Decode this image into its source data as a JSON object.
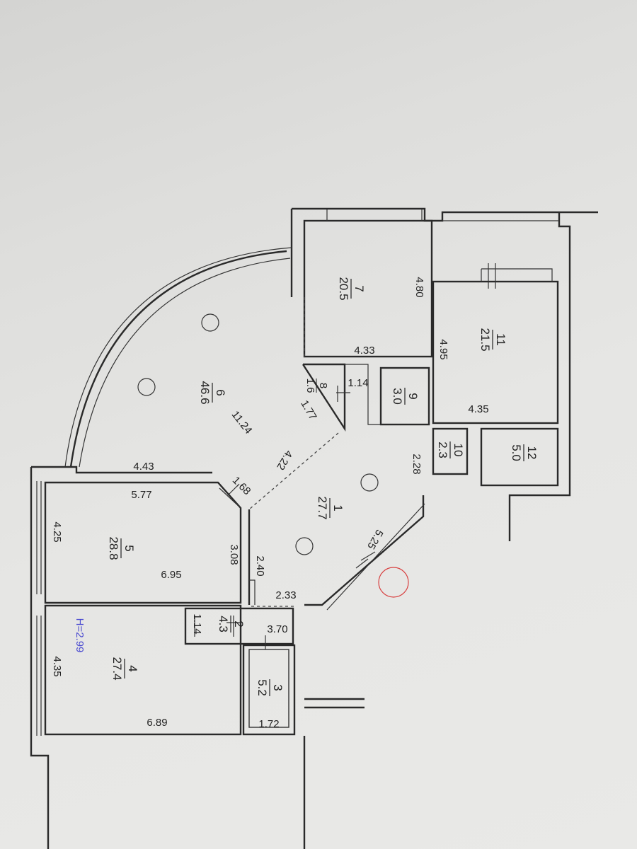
{
  "plan": {
    "ceiling_height": "H=2.99",
    "rooms": [
      {
        "id": "7",
        "number": "7",
        "area": "20.5"
      },
      {
        "id": "11",
        "number": "11",
        "area": "21.5"
      },
      {
        "id": "6",
        "number": "6",
        "area": "46.6"
      },
      {
        "id": "8",
        "number": "8",
        "area": "1.6"
      },
      {
        "id": "9",
        "number": "9",
        "area": "3.0"
      },
      {
        "id": "10",
        "number": "10",
        "area": "2.3"
      },
      {
        "id": "12",
        "number": "12",
        "area": "5.0"
      },
      {
        "id": "1",
        "number": "1",
        "area": "27.7"
      },
      {
        "id": "5",
        "number": "5",
        "area": "28.8"
      },
      {
        "id": "2",
        "number": "2",
        "area": "4.3"
      },
      {
        "id": "3",
        "number": "3",
        "area": "5.2"
      },
      {
        "id": "4",
        "number": "4",
        "area": "27.4"
      }
    ],
    "dimensions": [
      "4.80",
      "4.33",
      "4.95",
      "4.35",
      "1.14",
      "1.77",
      "11.24",
      "4.22",
      "2.28",
      "4.43",
      "5.77",
      "1.68",
      "4.25",
      "3.08",
      "6.95",
      "2.40",
      "5.25",
      "2.33",
      "1.14",
      "3.70",
      "4.35",
      "6.89",
      "1.72"
    ]
  }
}
